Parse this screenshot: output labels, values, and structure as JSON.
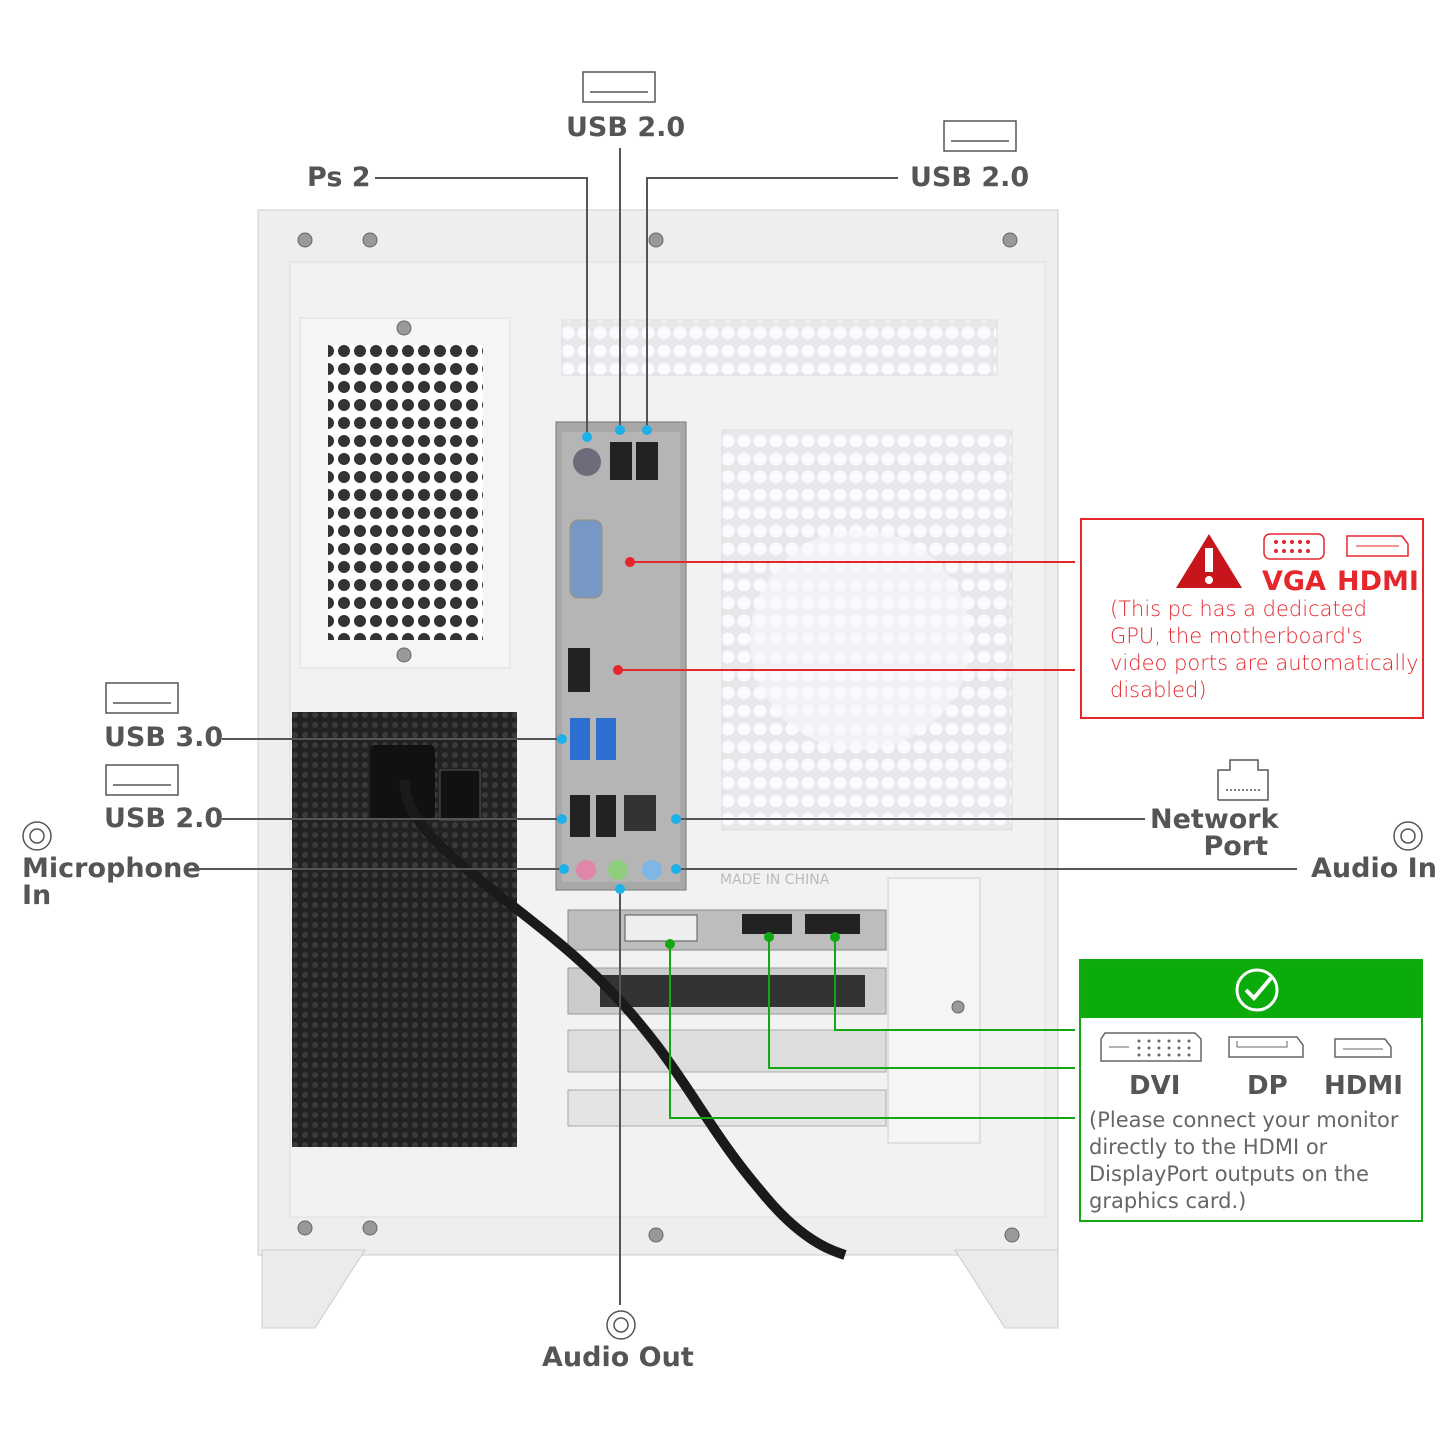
{
  "labels": {
    "usb20_top": "USB 2.0",
    "ps2": "Ps 2",
    "usb20_right": "USB 2.0",
    "usb30": "USB 3.0",
    "usb20_left": "USB 2.0",
    "microphone_in": "Microphone\nIn",
    "network_port": "Network\nPort",
    "audio_in": "Audio In",
    "audio_out": "Audio Out"
  },
  "warning_box": {
    "ports": [
      "VGA",
      "HDMI"
    ],
    "note": "(This pc has a dedicated GPU, the motherboard's video ports are automatically disabled)",
    "color": "#e5262b"
  },
  "ok_box": {
    "ports": [
      "DVI",
      "DP",
      "HDMI"
    ],
    "note": "(Please connect your monitor directly to the HDMI or DisplayPort outputs on the graphics card.)",
    "color": "#0aab0a"
  },
  "case_text": "MADE IN CHINA"
}
